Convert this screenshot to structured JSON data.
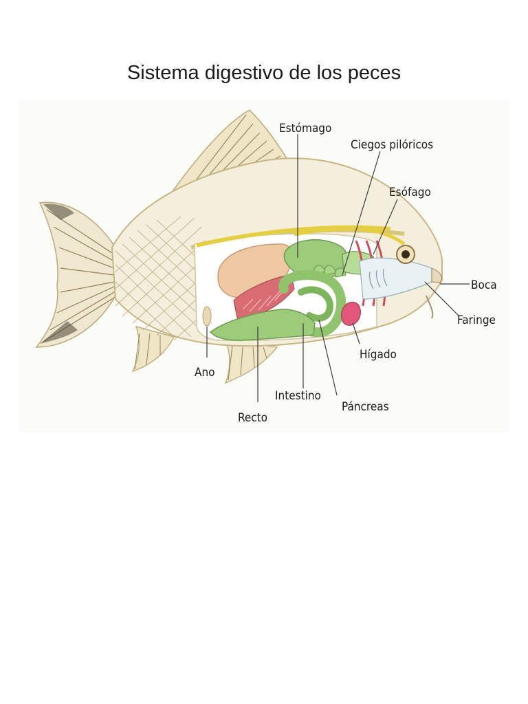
{
  "title": "Sistema digestivo de los peces",
  "labels": {
    "estomago": "Estómago",
    "ciegos": "Ciegos pilóricos",
    "esofago": "Esófago",
    "boca": "Boca",
    "faringe": "Faringe",
    "higado": "Hígado",
    "ano": "Ano",
    "intestino": "Intestino",
    "pancreas": "Páncreas",
    "recto": "Recto"
  }
}
